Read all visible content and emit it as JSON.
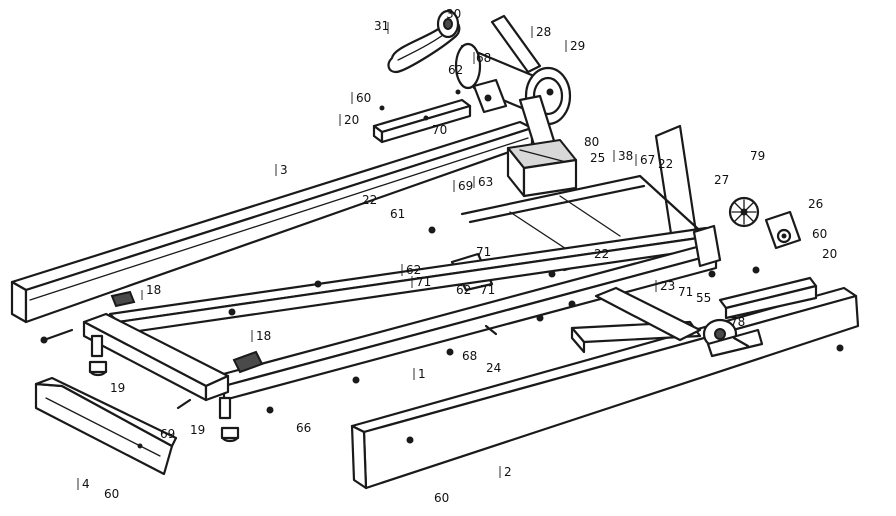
{
  "callouts": [
    {
      "id": "c-30",
      "text": "30"
    },
    {
      "id": "c-31",
      "text": "31"
    },
    {
      "id": "c-28",
      "text": "28"
    },
    {
      "id": "c-29",
      "text": "29"
    },
    {
      "id": "c-68a",
      "text": "68"
    },
    {
      "id": "c-62a",
      "text": "62"
    },
    {
      "id": "c-60a",
      "text": "60"
    },
    {
      "id": "c-20a",
      "text": "20"
    },
    {
      "id": "c-70",
      "text": "70"
    },
    {
      "id": "c-80",
      "text": "80"
    },
    {
      "id": "c-25",
      "text": "25"
    },
    {
      "id": "c-38",
      "text": "38"
    },
    {
      "id": "c-67",
      "text": "67"
    },
    {
      "id": "c-22a",
      "text": "22"
    },
    {
      "id": "c-79",
      "text": "79"
    },
    {
      "id": "c-27",
      "text": "27"
    },
    {
      "id": "c-26",
      "text": "26"
    },
    {
      "id": "c-60b",
      "text": "60"
    },
    {
      "id": "c-20b",
      "text": "20"
    },
    {
      "id": "c-3",
      "text": "3"
    },
    {
      "id": "c-22b",
      "text": "22"
    },
    {
      "id": "c-61",
      "text": "61"
    },
    {
      "id": "c-69a",
      "text": "69"
    },
    {
      "id": "c-63",
      "text": "63"
    },
    {
      "id": "c-71a",
      "text": "71"
    },
    {
      "id": "c-22c",
      "text": "22"
    },
    {
      "id": "c-62b",
      "text": "62"
    },
    {
      "id": "c-71b",
      "text": "71"
    },
    {
      "id": "c-62c",
      "text": "62"
    },
    {
      "id": "c-71c",
      "text": "71"
    },
    {
      "id": "c-23",
      "text": "23"
    },
    {
      "id": "c-71d",
      "text": "71"
    },
    {
      "id": "c-55",
      "text": "55"
    },
    {
      "id": "c-78",
      "text": "78"
    },
    {
      "id": "c-18a",
      "text": "18"
    },
    {
      "id": "c-18b",
      "text": "18"
    },
    {
      "id": "c-1",
      "text": "1"
    },
    {
      "id": "c-68b",
      "text": "68"
    },
    {
      "id": "c-24",
      "text": "24"
    },
    {
      "id": "c-19a",
      "text": "19"
    },
    {
      "id": "c-19b",
      "text": "19"
    },
    {
      "id": "c-69b",
      "text": "69"
    },
    {
      "id": "c-66",
      "text": "66"
    },
    {
      "id": "c-4",
      "text": "4"
    },
    {
      "id": "c-60c",
      "text": "60"
    },
    {
      "id": "c-2",
      "text": "2"
    },
    {
      "id": "c-60d",
      "text": "60"
    }
  ]
}
